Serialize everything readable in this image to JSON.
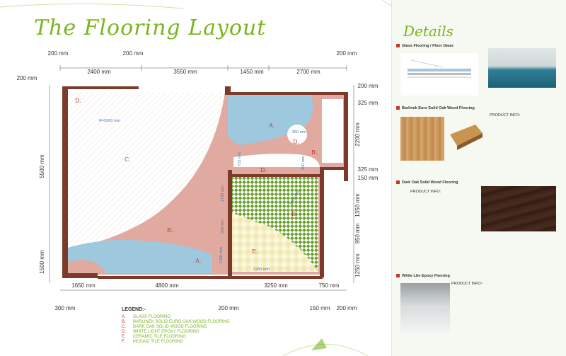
{
  "header": {
    "title": "The Flooring Layout"
  },
  "sidebar": {
    "title": "Details",
    "sections": [
      {
        "label": "Glass Flooring / Floor Glaze"
      },
      {
        "label": "Barlinek Euro Solid Oak Wood Flooring"
      },
      {
        "label": "Dark Oak Solid Wood Flooring"
      },
      {
        "label": "White Lite Epoxy Flooring"
      }
    ],
    "product_info_label": "PRODUCT INFO:",
    "epoxy_info_label": "PRODUCT INFO:-"
  },
  "plan": {
    "dims_top": [
      "200 mm",
      "200 mm",
      "200 mm",
      "2400 mm",
      "3550 mm",
      "1450 mm",
      "2700 mm"
    ],
    "dims_left": [
      "200 mm",
      "5500 mm",
      "1500 mm"
    ],
    "dims_right": [
      "200 mm",
      "325 mm",
      "2200 mm",
      "325 mm",
      "150 mm",
      "1350 mm",
      "950 mm",
      "1250 mm"
    ],
    "dims_bottom": [
      "1650 mm",
      "4800 mm",
      "3250 mm",
      "750 mm",
      "300 mm",
      "200 mm",
      "150 mm",
      "200 mm"
    ],
    "inner_dims": [
      "R=5500 mm",
      "950 mm",
      "725 mm",
      "450 mm",
      "1750 mm",
      "900 mm",
      "1800 mm",
      "1550 mm",
      "2250 mm"
    ],
    "zone_labels": [
      "A.",
      "B.",
      "C.",
      "D.",
      "D.",
      "D.",
      "B.",
      "A.",
      "E.",
      "E."
    ]
  },
  "legend": {
    "title": "LEGEND:-",
    "items": [
      {
        "key": "A.",
        "label": "GLASS FLOORING"
      },
      {
        "key": "B.",
        "label": "BARLINEK SOLID EURO OAK WOOD FLOORING"
      },
      {
        "key": "C.",
        "label": "DARK OAK SOLID WOOD FLOORING"
      },
      {
        "key": "D.",
        "label": "WHITE LIGHT EPOXY FLOORING"
      },
      {
        "key": "E.",
        "label": "CERAMIC TILE FLOORING"
      },
      {
        "key": "F.",
        "label": "MOSAIC TILE FLOORING"
      }
    ]
  },
  "colors": {
    "accent": "#7ab51d",
    "wall": "#7b3a2a",
    "wood": "#e0aaa0",
    "glass": "#9ec8dd",
    "mosaic": "#6aa02c",
    "tile": "#f6f0c8"
  }
}
